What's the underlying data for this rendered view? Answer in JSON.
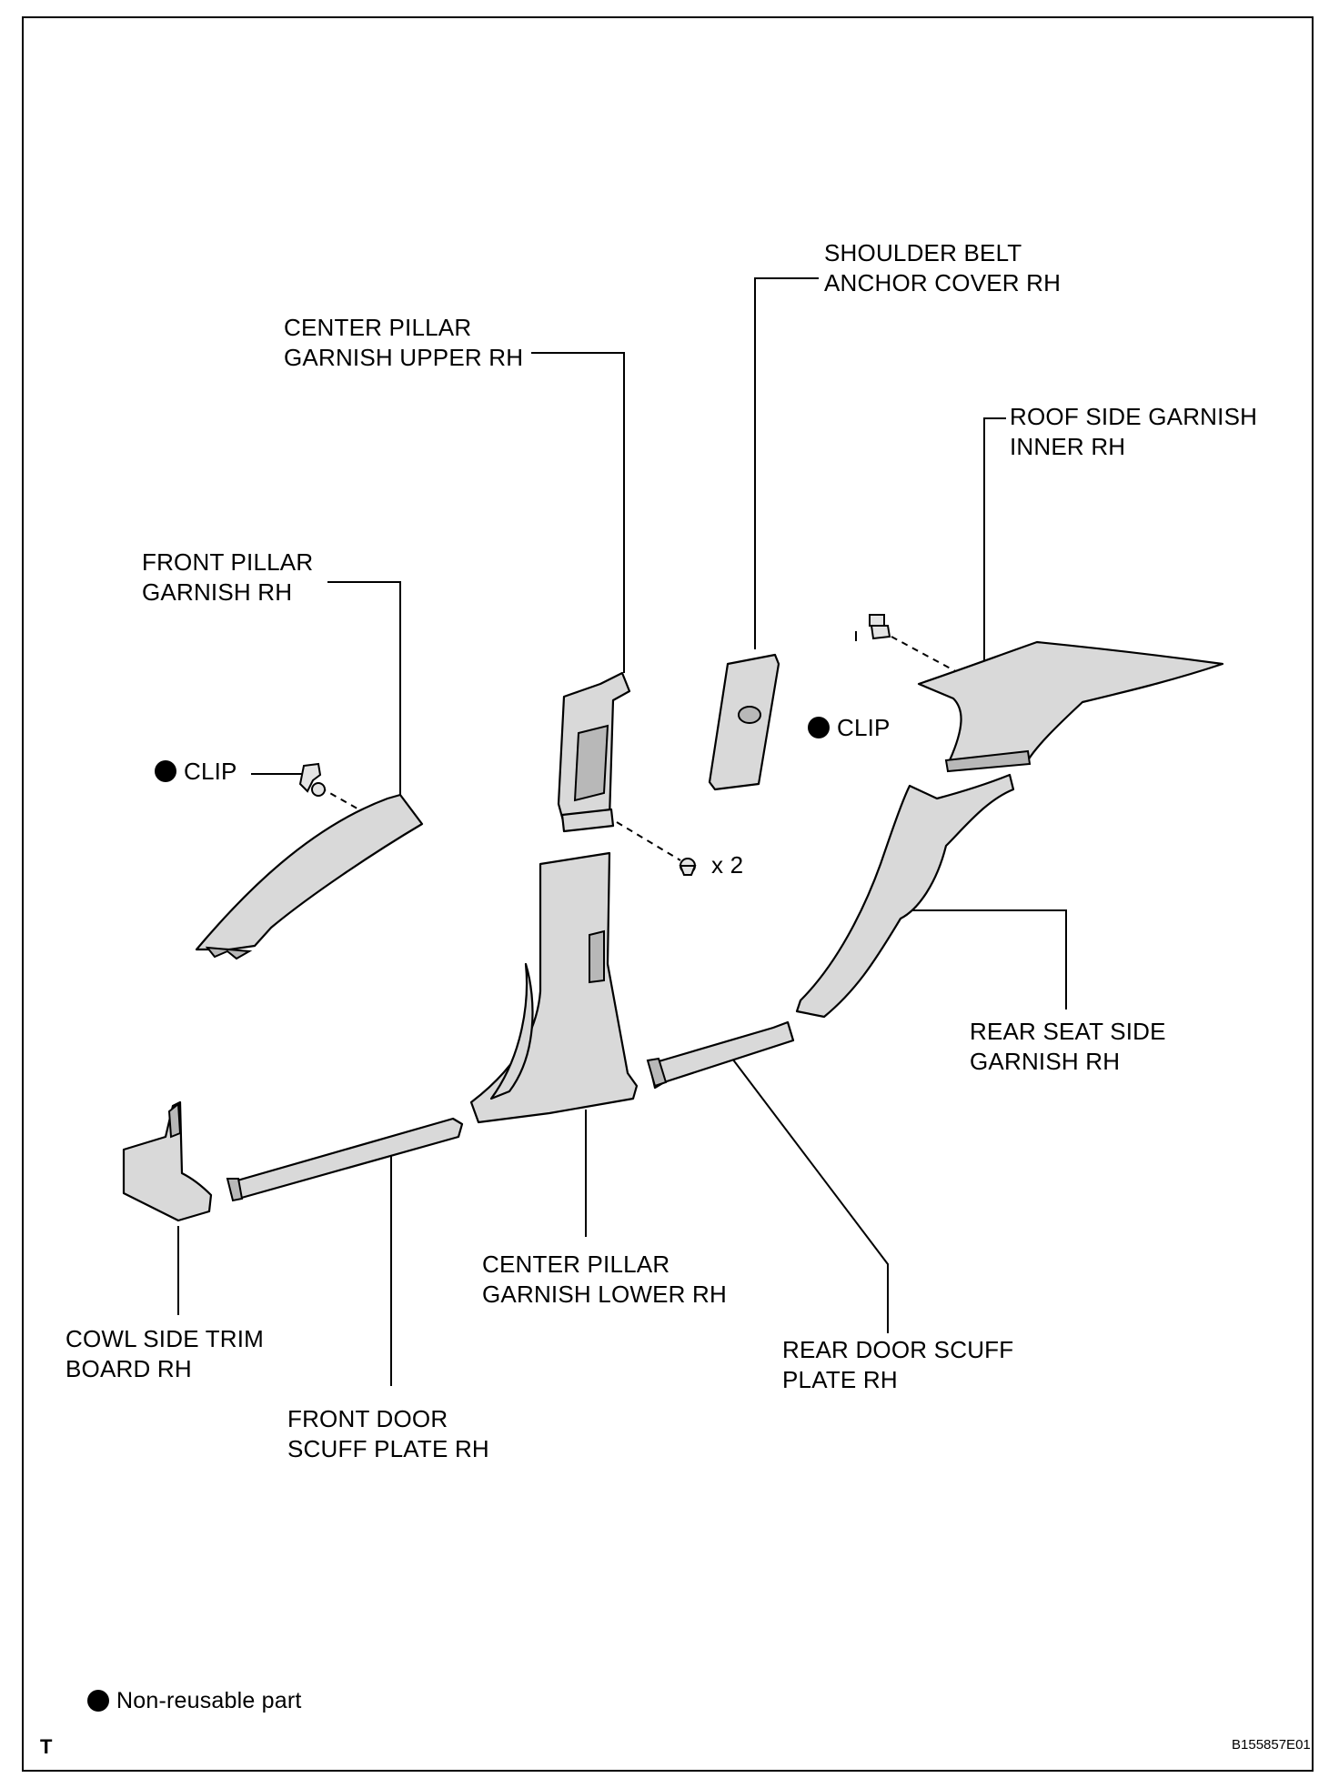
{
  "labels": {
    "shoulder_belt_anchor_cover": [
      "SHOULDER BELT",
      "ANCHOR COVER RH"
    ],
    "center_pillar_upper": [
      "CENTER PILLAR",
      "GARNISH UPPER RH"
    ],
    "roof_side_garnish": [
      "ROOF SIDE GARNISH",
      "INNER RH"
    ],
    "front_pillar_garnish": [
      "FRONT PILLAR",
      "GARNISH RH"
    ],
    "rear_seat_side_garnish": [
      "REAR SEAT SIDE",
      "GARNISH RH"
    ],
    "cowl_side_trim": [
      "COWL SIDE TRIM",
      "BOARD RH"
    ],
    "center_pillar_lower": [
      "CENTER PILLAR",
      "GARNISH LOWER RH"
    ],
    "rear_door_scuff": [
      "REAR DOOR SCUFF",
      "PLATE RH"
    ],
    "front_door_scuff": [
      "FRONT DOOR",
      "SCUFF PLATE RH"
    ]
  },
  "clip_label": "CLIP",
  "quantity_label": "x 2",
  "legend": {
    "text": "Non-reusable part"
  },
  "footer": {
    "left_code": "T",
    "figure_code": "B155857E01"
  }
}
